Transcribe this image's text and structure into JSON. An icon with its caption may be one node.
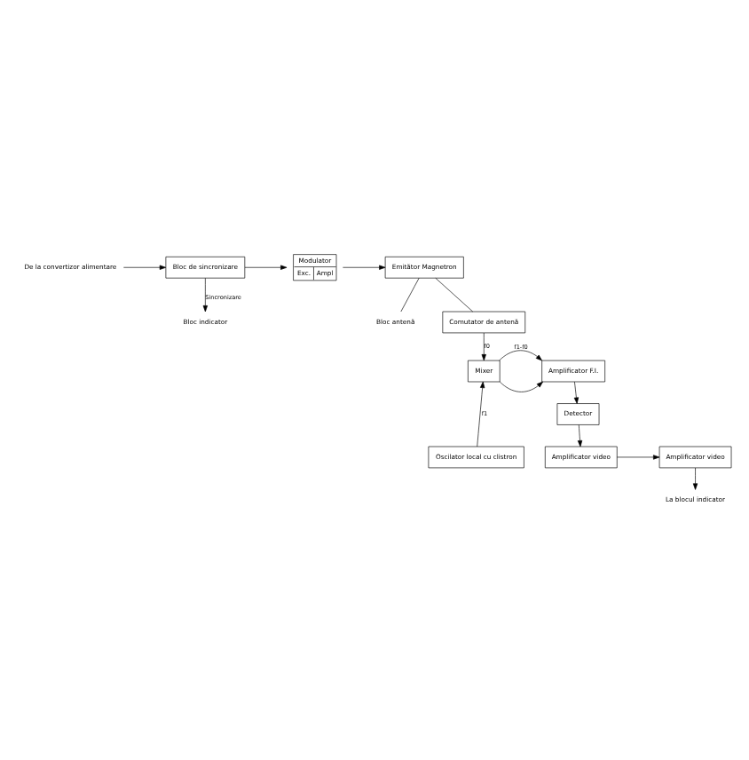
{
  "diagram": {
    "nodes": [
      {
        "text": [
          "De la convertizor alimentare"
        ]
      },
      {
        "text": [
          "Bloc de sincronizare"
        ]
      },
      {
        "text": [
          "Modulator",
          "Exc.",
          "Ampl"
        ]
      },
      {
        "text": [
          "Emitător Magnetron"
        ]
      },
      {
        "text": [
          "Bloc antenă"
        ]
      },
      {
        "text": [
          "Comutator de antenă"
        ]
      },
      {
        "text": [
          "Mixer"
        ]
      },
      {
        "text": [
          "Amplificator F.I."
        ]
      },
      {
        "text": [
          "Detector"
        ]
      },
      {
        "text": [
          "Amplificator video"
        ]
      },
      {
        "text": [
          "Amplificator video"
        ]
      },
      {
        "text": [
          "Oscilator local cu clistron"
        ]
      },
      {
        "text": [
          "Bloc indicator"
        ]
      },
      {
        "text": [
          "La blocul indicator"
        ]
      }
    ],
    "edges": [
      {
        "from": 0,
        "to": 1,
        "arrow": "to"
      },
      {
        "from": 1,
        "to": 2,
        "arrow": "to"
      },
      {
        "from": 2,
        "to": 3,
        "arrow": "to"
      },
      {
        "from": 3,
        "to": 5,
        "arrow": "none"
      },
      {
        "from": 3,
        "to": 4,
        "arrow": "none"
      },
      {
        "from": 5,
        "to": 6,
        "label": "f0",
        "arrow": "to"
      },
      {
        "from": 11,
        "to": 6,
        "label": "f1",
        "arrow": "to"
      },
      {
        "from": 6,
        "to": 7,
        "label": "f1-f0",
        "arrow": "to"
      },
      {
        "from": 6,
        "to": 7,
        "arrow": "to"
      },
      {
        "from": 7,
        "to": 8,
        "arrow": "to"
      },
      {
        "from": 8,
        "to": 9,
        "arrow": "to"
      },
      {
        "from": 9,
        "to": 10,
        "arrow": "to"
      },
      {
        "from": 10,
        "to": 13,
        "arrow": "to"
      },
      {
        "from": 1,
        "to": 12,
        "label": "Sincronizare",
        "arrow": "to"
      }
    ]
  }
}
